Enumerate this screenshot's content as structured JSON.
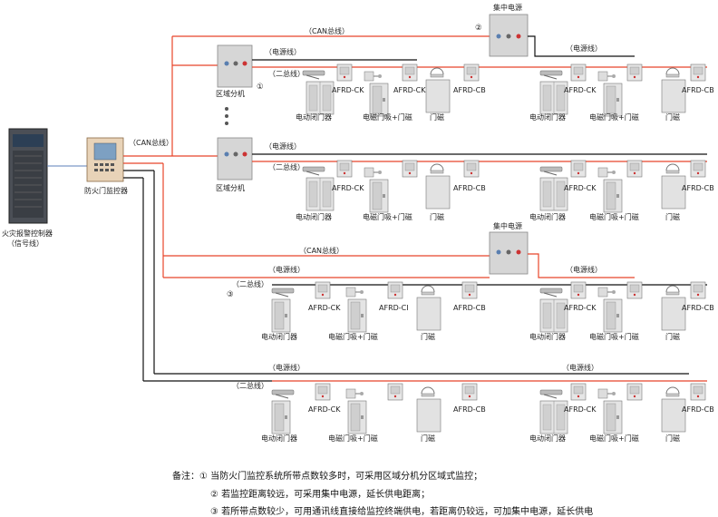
{
  "colors": {
    "red_line": "#e8452a",
    "black_line": "#111111",
    "blue_line": "#5b7fb8",
    "device_grey": "#d9d9d9"
  },
  "controller": {
    "label": "火灾报警控制器",
    "sub": "（信号线）"
  },
  "monitor": {
    "label": "防火门监控器"
  },
  "can_bus": "（CAN总线）",
  "zone_label": "区域分机",
  "power_label": "集中电源",
  "power_line": "（电源线）",
  "bus2": "（二总线）",
  "markers": {
    "one": "①",
    "two": "②",
    "three": "③"
  },
  "modules": {
    "ck": "AFRD-CK",
    "cb": "AFRD-CB",
    "ci": "AFRD-CI"
  },
  "devices": {
    "closer": "电动闭门器",
    "holder": "电磁门吸+门磁",
    "magnet": "门磁"
  },
  "notes": {
    "lead": "备注：",
    "n1": "① 当防火门监控系统所带点数较多时，可采用区域分机分区域式监控；",
    "n2": "② 若监控距离较远，可采用集中电源，延长供电距离；",
    "n3": "③ 若所带点数较少，可用通讯线直接给监控终端供电，若距离仍较远，可加集中电源，延长供电"
  }
}
